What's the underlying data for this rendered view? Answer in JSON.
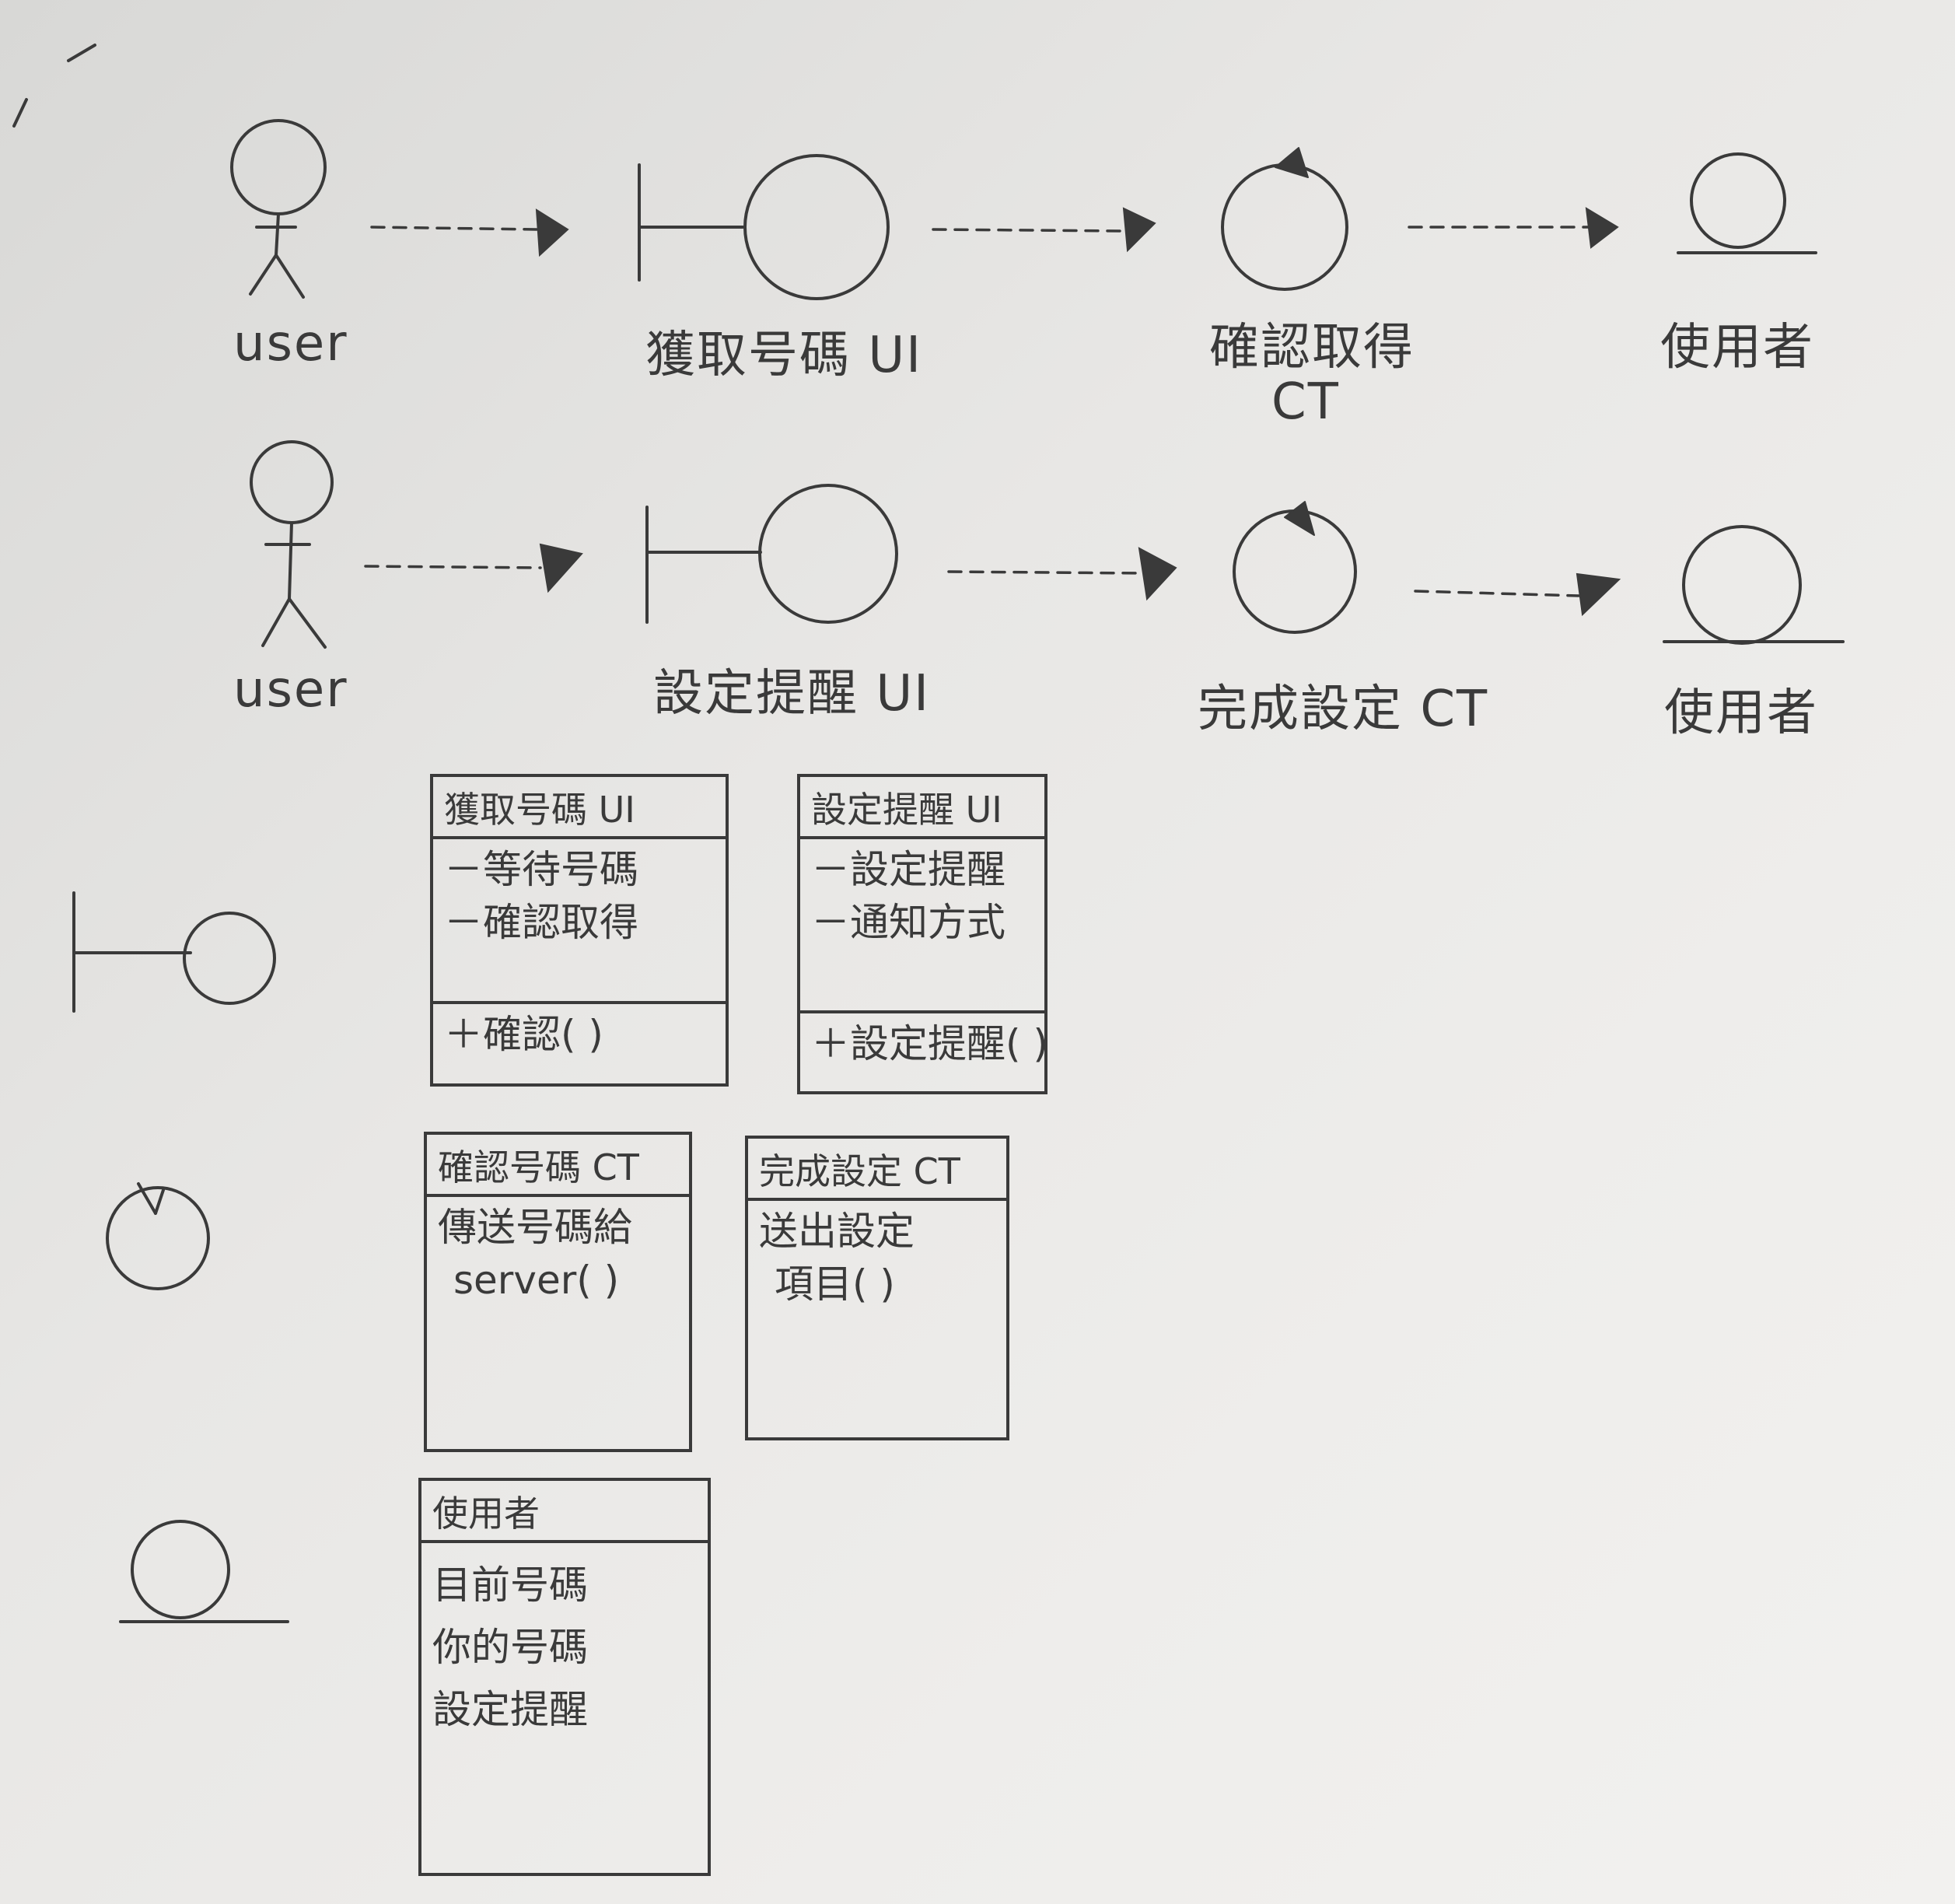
{
  "row1": {
    "actor_label": "user",
    "boundary_label": "獲取号碼 UI",
    "control_label": "確認取得",
    "control_sub": "CT",
    "entity_label": "使用者"
  },
  "row2": {
    "actor_label": "user",
    "boundary_label": "設定提醒 UI",
    "control_label": "完成設定 CT",
    "entity_label": "使用者"
  },
  "classes": {
    "get_number_ui": {
      "title": "獲取号碼 UI",
      "attributes": [
        "－等待号碼",
        "－確認取得"
      ],
      "operations": [
        "＋確認( )"
      ]
    },
    "reminder_ui": {
      "title": "設定提醒 UI",
      "attributes": [
        "－設定提醒",
        "－通知方式"
      ],
      "operations": [
        "＋設定提醒( )"
      ]
    },
    "confirm_number_ct": {
      "title": "確認号碼 CT",
      "operations": [
        "傳送号碼給",
        "server( )"
      ]
    },
    "finish_setting_ct": {
      "title": "完成設定 CT",
      "operations": [
        "送出設定",
        "項目( )"
      ]
    },
    "user_entity": {
      "title": "使用者",
      "attributes": [
        "目前号碼",
        "你的号碼",
        "設定提醒"
      ]
    }
  }
}
